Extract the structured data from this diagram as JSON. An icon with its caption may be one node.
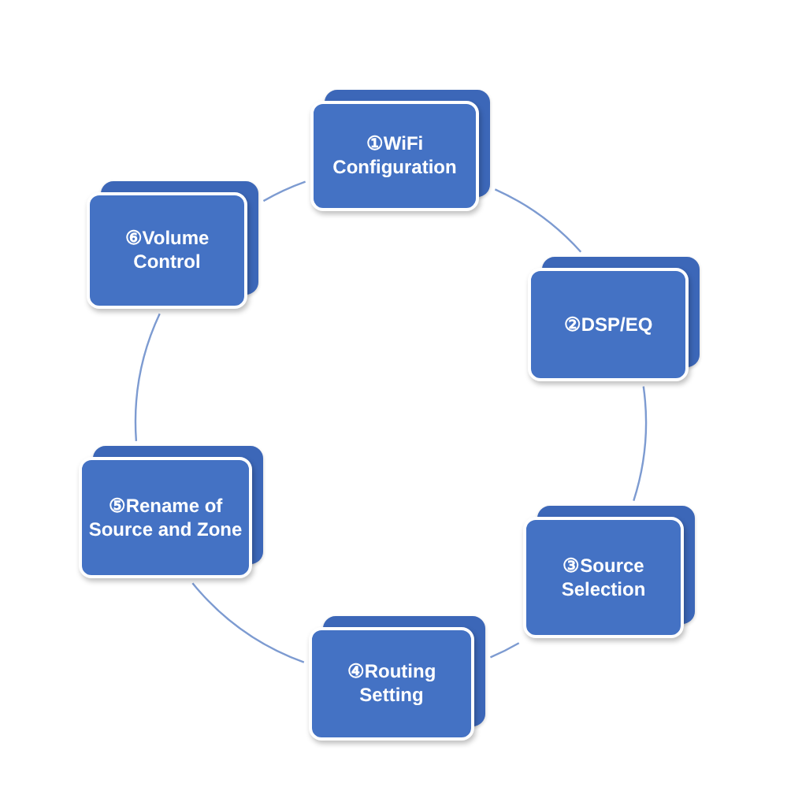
{
  "diagram": {
    "nodes": [
      {
        "text": [
          "①WiFi Configuration"
        ]
      },
      {
        "text": [
          "②DSP/EQ"
        ]
      },
      {
        "text": [
          "③Source Selection"
        ]
      },
      {
        "text": [
          "④Routing Setting"
        ]
      },
      {
        "text": [
          "⑤Rename of Source and Zone"
        ]
      },
      {
        "text": [
          "⑥Volume Control"
        ]
      }
    ],
    "edges": [
      {
        "from": 0,
        "to": 1,
        "arrow": "none"
      },
      {
        "from": 1,
        "to": 2,
        "arrow": "none"
      },
      {
        "from": 2,
        "to": 3,
        "arrow": "none"
      },
      {
        "from": 3,
        "to": 4,
        "arrow": "none"
      },
      {
        "from": 4,
        "to": 5,
        "arrow": "none"
      },
      {
        "from": 5,
        "to": 0,
        "arrow": "none"
      }
    ]
  }
}
